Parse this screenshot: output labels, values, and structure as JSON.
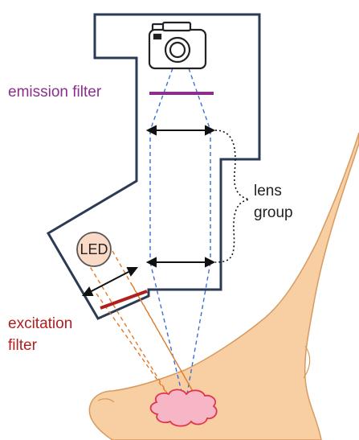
{
  "labels": {
    "emission_filter": "emission filter",
    "lens_line1": "lens",
    "lens_line2": "group",
    "led": "LED",
    "excitation_line1": "excitation",
    "excitation_line2": "filter"
  },
  "colors": {
    "housing_outline": "#2b3a55",
    "emission": "#8b2f8f",
    "excitation": "#b01e1e",
    "label_text": "#222222",
    "light_path": "#3b6fd6",
    "excitation_path": "#e07a2c",
    "skin": "#f7cfa3",
    "skin_outline": "#d89a60",
    "lesion": "#f7b6c6",
    "lesion_outline": "#e0334f",
    "led_fill": "#fbd9c7"
  },
  "icons": {
    "camera": "camera-icon",
    "led": "led-icon"
  }
}
